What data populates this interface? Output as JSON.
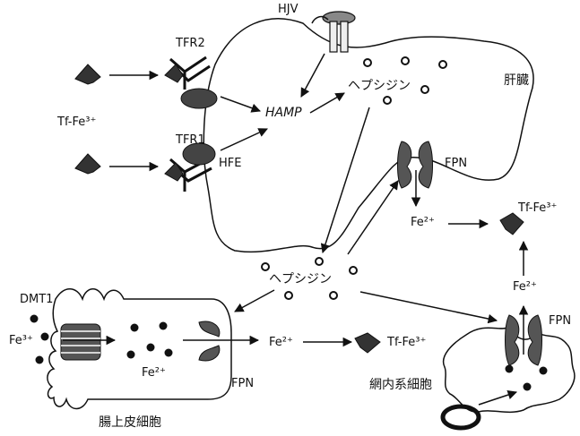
{
  "labels": {
    "hjv": "HJV",
    "tfr2": "TFR2",
    "tfr1": "TFR1",
    "hfe": "HFE",
    "hamp": "HAMP",
    "hepcidin_top": "ヘプシジン",
    "hepcidin_mid": "ヘプシジン",
    "liver": "肝臓",
    "tf_fe3_left": "Tf-Fe³⁺",
    "fpn_liver": "FPN",
    "fe2_liver": "Fe²⁺",
    "tf_fe3_right": "Tf-Fe³⁺",
    "dmt1": "DMT1",
    "fe3_intestine": "Fe³⁺",
    "fe2_enterocyte": "Fe²⁺",
    "fpn_enterocyte": "FPN",
    "fe2_blood": "Fe²⁺",
    "tf_fe3_blood": "Tf-Fe³⁺",
    "enterocyte": "腸上皮細胞",
    "fe2_macrophage": "Fe²⁺",
    "fpn_macrophage": "FPN",
    "macrophage": "網内系細胞"
  },
  "colors": {
    "ink": "#111111",
    "shape_fill": "#555555",
    "light_fill": "#e8e8e8"
  },
  "icons": {
    "transferrin": "triangle-blob-icon",
    "receptor": "y-receptor-icon",
    "ferroportin": "channel-icon",
    "dmt1": "striped-channel-icon",
    "hepcidin_dot": "ring-dot-icon",
    "iron_dot": "filled-dot-icon",
    "erythrocyte": "ring-cell-icon"
  }
}
